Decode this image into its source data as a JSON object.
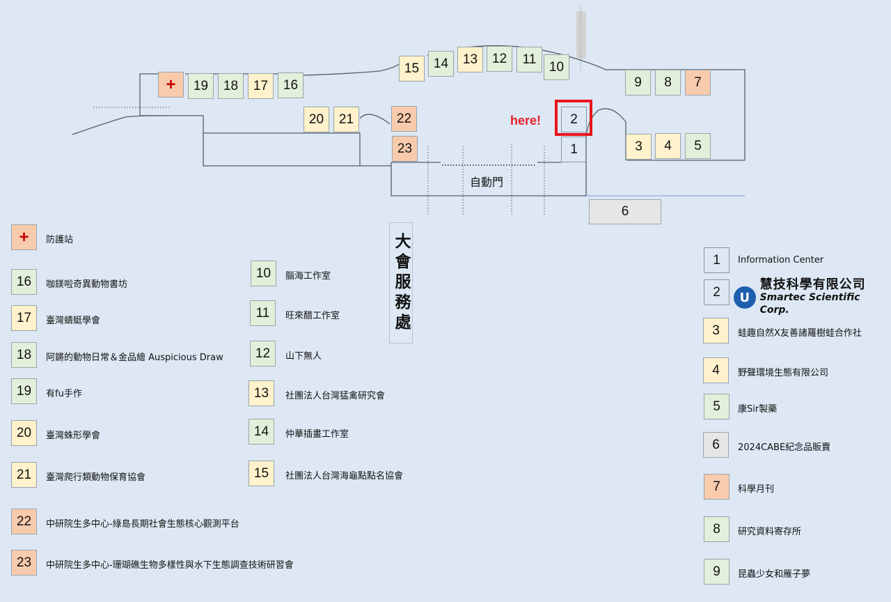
{
  "map": {
    "here_label": "here!",
    "door_label": "自動門",
    "service_desk_label": "大會服務處",
    "highlighted_booth": "2",
    "booths": [
      {
        "id": "+",
        "color": "orange"
      },
      {
        "id": "19",
        "color": "green"
      },
      {
        "id": "18",
        "color": "green"
      },
      {
        "id": "17",
        "color": "yellow"
      },
      {
        "id": "16",
        "color": "green"
      },
      {
        "id": "15",
        "color": "yellow"
      },
      {
        "id": "14",
        "color": "green"
      },
      {
        "id": "13",
        "color": "yellow"
      },
      {
        "id": "12",
        "color": "green"
      },
      {
        "id": "11",
        "color": "green"
      },
      {
        "id": "10",
        "color": "green"
      },
      {
        "id": "9",
        "color": "green"
      },
      {
        "id": "8",
        "color": "green"
      },
      {
        "id": "7",
        "color": "orange"
      },
      {
        "id": "20",
        "color": "yellow"
      },
      {
        "id": "21",
        "color": "yellow"
      },
      {
        "id": "22",
        "color": "orange"
      },
      {
        "id": "23",
        "color": "orange"
      },
      {
        "id": "2",
        "color": "plain"
      },
      {
        "id": "1",
        "color": "plain"
      },
      {
        "id": "3",
        "color": "yellow"
      },
      {
        "id": "4",
        "color": "yellow"
      },
      {
        "id": "5",
        "color": "green"
      },
      {
        "id": "6",
        "color": "gray"
      }
    ]
  },
  "legend": [
    {
      "id": "+",
      "color": "orange",
      "name": "防護站"
    },
    {
      "id": "16",
      "color": "green",
      "name": "咖鎂啦奇異動物書坊"
    },
    {
      "id": "17",
      "color": "yellow",
      "name": "臺灣蜻蜓學會"
    },
    {
      "id": "18",
      "color": "green",
      "name": "阿鏘的動物日常＆金品繪 Auspicious Draw"
    },
    {
      "id": "19",
      "color": "green",
      "name": "有fu手作"
    },
    {
      "id": "20",
      "color": "yellow",
      "name": "臺灣蛛形學會"
    },
    {
      "id": "21",
      "color": "yellow",
      "name": "臺灣爬行類動物保育協會"
    },
    {
      "id": "22",
      "color": "orange",
      "name": "中研院生多中心-綠島長期社會生態核心觀測平台"
    },
    {
      "id": "23",
      "color": "orange",
      "name": "中研院生多中心-珊瑚礁生物多樣性與水下生態調查技術研習會"
    },
    {
      "id": "10",
      "color": "green",
      "name": "腦海工作室"
    },
    {
      "id": "11",
      "color": "green",
      "name": "旺來醋工作室"
    },
    {
      "id": "12",
      "color": "green",
      "name": "山下無人"
    },
    {
      "id": "13",
      "color": "yellow",
      "name": "社團法人台灣猛禽研究會"
    },
    {
      "id": "14",
      "color": "green",
      "name": "仲華插畫工作室"
    },
    {
      "id": "15",
      "color": "yellow",
      "name": "社團法人台灣海龜點點名協會"
    },
    {
      "id": "1",
      "color": "plain",
      "name": "Information Center"
    },
    {
      "id": "2",
      "color": "plain",
      "name": "慧技科學有限公司",
      "name_en": "Smartec Scientific Corp.",
      "logo": true
    },
    {
      "id": "3",
      "color": "yellow",
      "name": "蛙趣自然X友善諸羅樹蛙合作社"
    },
    {
      "id": "4",
      "color": "yellow",
      "name": "野聲環境生態有限公司"
    },
    {
      "id": "5",
      "color": "green",
      "name": "康Sir製藥"
    },
    {
      "id": "6",
      "color": "gray",
      "name": "2024CABE紀念品販賣"
    },
    {
      "id": "7",
      "color": "orange",
      "name": "科學月刊"
    },
    {
      "id": "8",
      "color": "green",
      "name": "研究資料寄存所"
    },
    {
      "id": "9",
      "color": "green",
      "name": "昆蟲少女和雁子夢"
    }
  ]
}
